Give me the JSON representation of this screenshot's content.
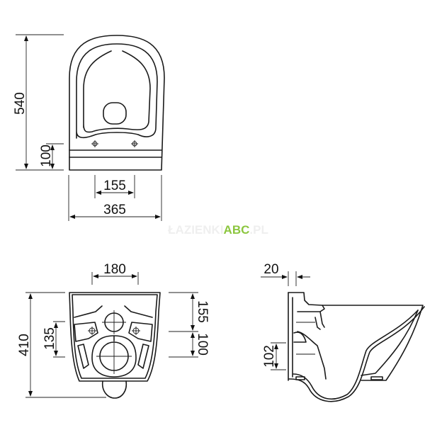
{
  "watermark": {
    "prefix": "ŁAZIENKI",
    "brand": "ABC",
    "suffix": ".PL",
    "brand_color": "#8cc63f",
    "prefix_color": "#f2f2f2"
  },
  "top_view": {
    "dimensions": {
      "height": "540",
      "rear_section": "100",
      "fixing_spacing": "155",
      "width": "365"
    }
  },
  "rear_view": {
    "dimensions": {
      "hole_spacing": "180",
      "total_height": "410",
      "fixing_height": "135",
      "top_to_fixing": "155",
      "fixing_to_outlet": "100"
    }
  },
  "side_view": {
    "dimensions": {
      "wall_offset": "20",
      "outlet_height": "102"
    }
  }
}
